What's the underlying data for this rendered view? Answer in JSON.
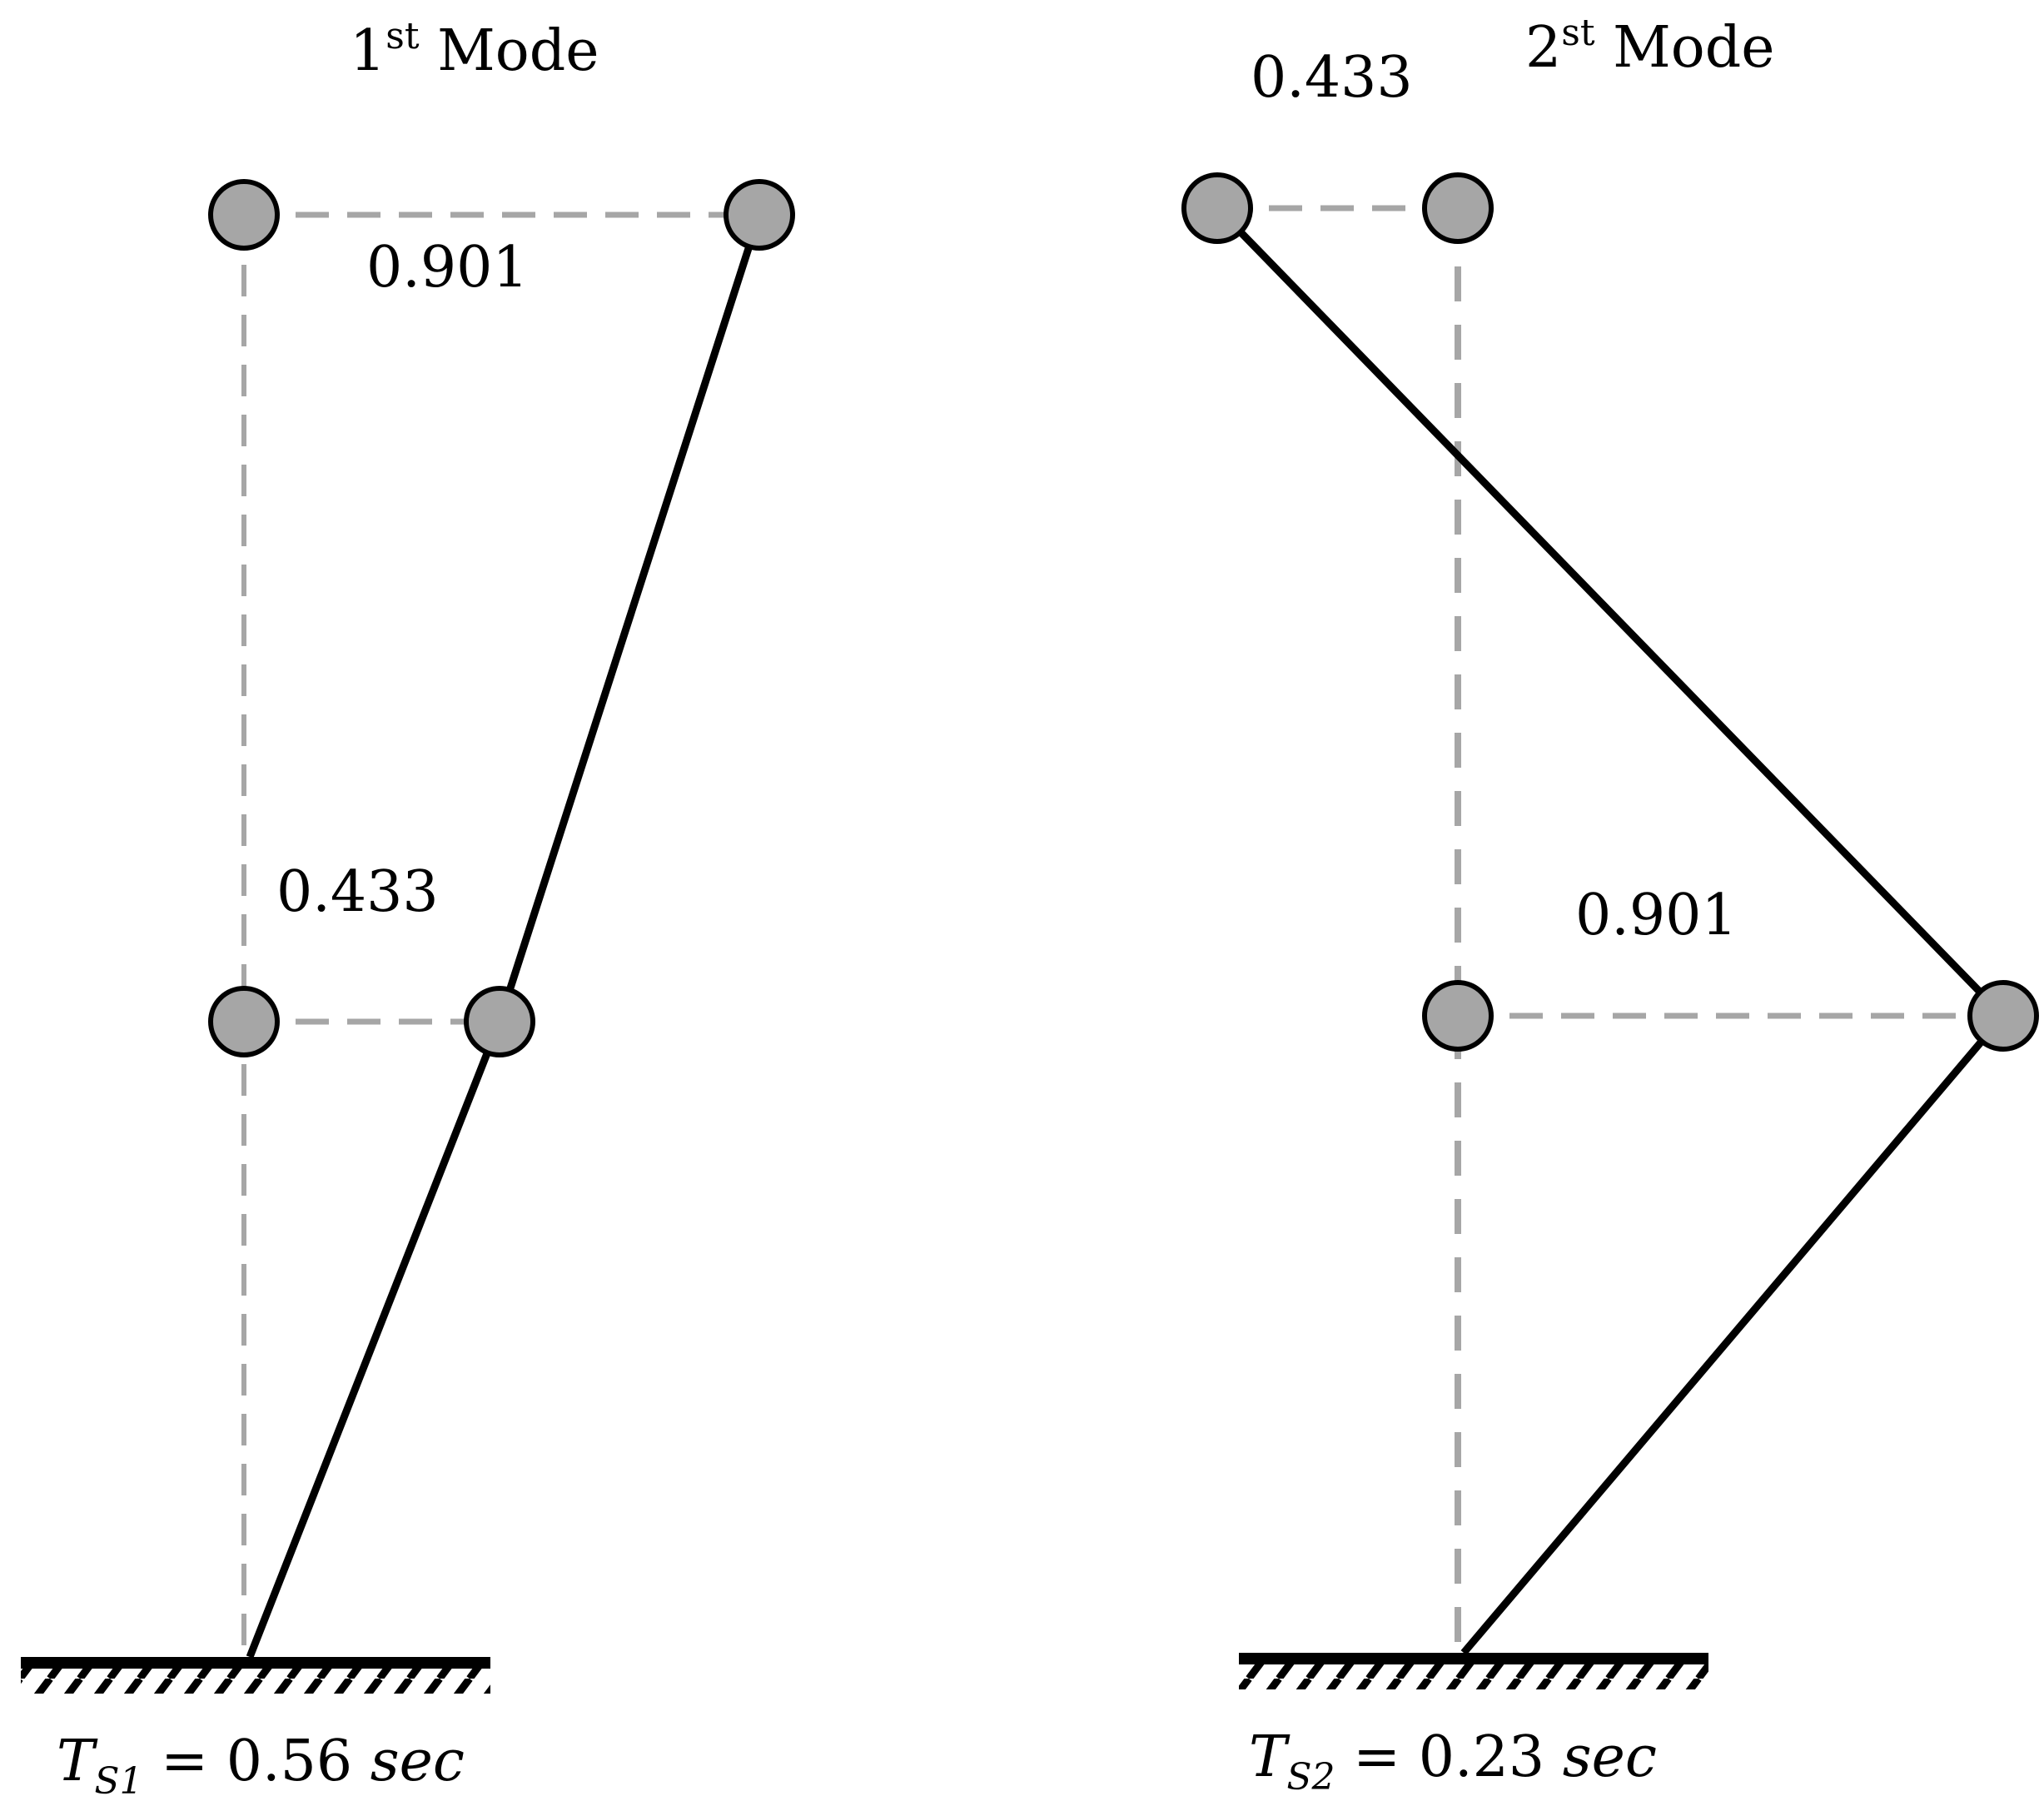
{
  "mode1": {
    "title_main": "1",
    "title_sup": "st",
    "title_rest": " Mode",
    "top_value": "0.901",
    "mid_value": "0.433",
    "period": {
      "symbol": "T",
      "subscript": "S1",
      "equals": " = 0.56 ",
      "unit": "sec"
    }
  },
  "mode2": {
    "title_main": "2",
    "title_sup": "st",
    "title_rest": " Mode",
    "top_value": "0.433",
    "mid_value": "0.901",
    "period": {
      "symbol": "T",
      "subscript": "S2",
      "equals": " = 0.23 ",
      "unit": "sec"
    }
  },
  "colors": {
    "node_fill": "#a6a6a6",
    "dashed": "#a6a6a6",
    "mode_line": "#000000"
  }
}
